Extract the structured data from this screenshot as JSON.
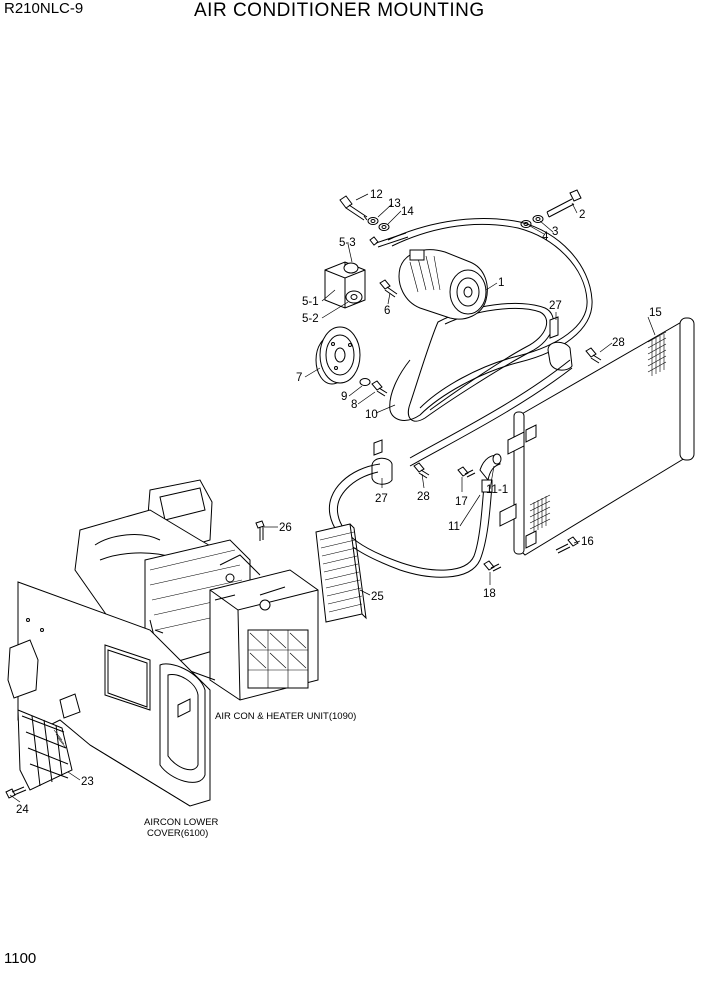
{
  "header": {
    "model": "R210NLC-9",
    "title": "AIR CONDITIONER MOUNTING"
  },
  "footer": {
    "page_number": "1100"
  },
  "callouts": [
    {
      "id": "c12",
      "label": "12"
    },
    {
      "id": "c13",
      "label": "13"
    },
    {
      "id": "c14",
      "label": "14"
    },
    {
      "id": "c2",
      "label": "2"
    },
    {
      "id": "c4",
      "label": "4"
    },
    {
      "id": "c3",
      "label": "3"
    },
    {
      "id": "c5-3",
      "label": "5-3"
    },
    {
      "id": "c1",
      "label": "1"
    },
    {
      "id": "c5-1",
      "label": "5-1"
    },
    {
      "id": "c5-2",
      "label": "5-2"
    },
    {
      "id": "c6",
      "label": "6"
    },
    {
      "id": "c27a",
      "label": "27"
    },
    {
      "id": "c15",
      "label": "15"
    },
    {
      "id": "c28a",
      "label": "28"
    },
    {
      "id": "c7",
      "label": "7"
    },
    {
      "id": "c9",
      "label": "9"
    },
    {
      "id": "c8",
      "label": "8"
    },
    {
      "id": "c10",
      "label": "10"
    },
    {
      "id": "c27b",
      "label": "27"
    },
    {
      "id": "c28b",
      "label": "28"
    },
    {
      "id": "c17",
      "label": "17"
    },
    {
      "id": "c11-1",
      "label": "11-1"
    },
    {
      "id": "c11",
      "label": "11"
    },
    {
      "id": "c26",
      "label": "26"
    },
    {
      "id": "c16",
      "label": "16"
    },
    {
      "id": "c25",
      "label": "25"
    },
    {
      "id": "c18",
      "label": "18"
    },
    {
      "id": "c23",
      "label": "23"
    },
    {
      "id": "c24",
      "label": "24"
    }
  ],
  "notes": {
    "aircon_heater_unit": "AIR CON & HEATER UNIT(1090)",
    "aircon_lower_cover_line1": "AIRCON LOWER",
    "aircon_lower_cover_line2": "COVER(6100)"
  }
}
